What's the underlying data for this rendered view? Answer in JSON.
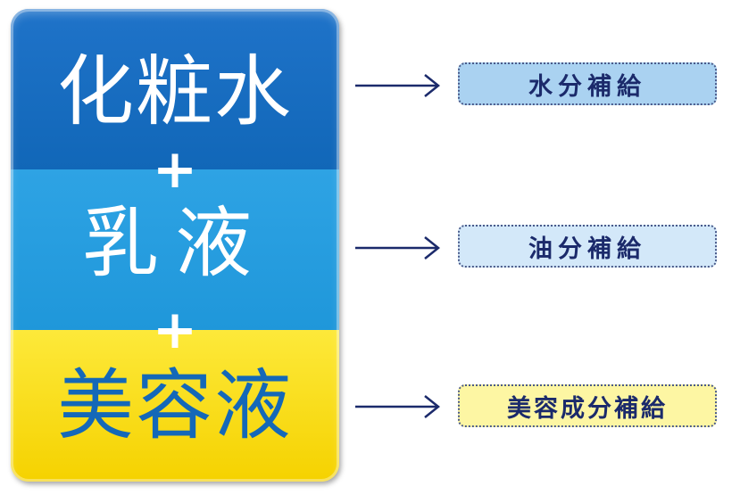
{
  "steps": [
    {
      "label": "化粧水",
      "benefit": "水分補給"
    },
    {
      "label": "乳液",
      "benefit": "油分補給"
    },
    {
      "label": "美容液",
      "benefit": "美容成分補給"
    }
  ],
  "plus_symbol": "+",
  "colors": {
    "step1_band": "#1167b8",
    "step2_band": "#1f97da",
    "step3_band": "#f5d200",
    "step3_text": "#1468b8",
    "arrow": "#1b2a6b",
    "benefit1_bg": "#aad2f1",
    "benefit2_bg": "#d3e8f9",
    "benefit3_bg": "#fdf6a3"
  }
}
